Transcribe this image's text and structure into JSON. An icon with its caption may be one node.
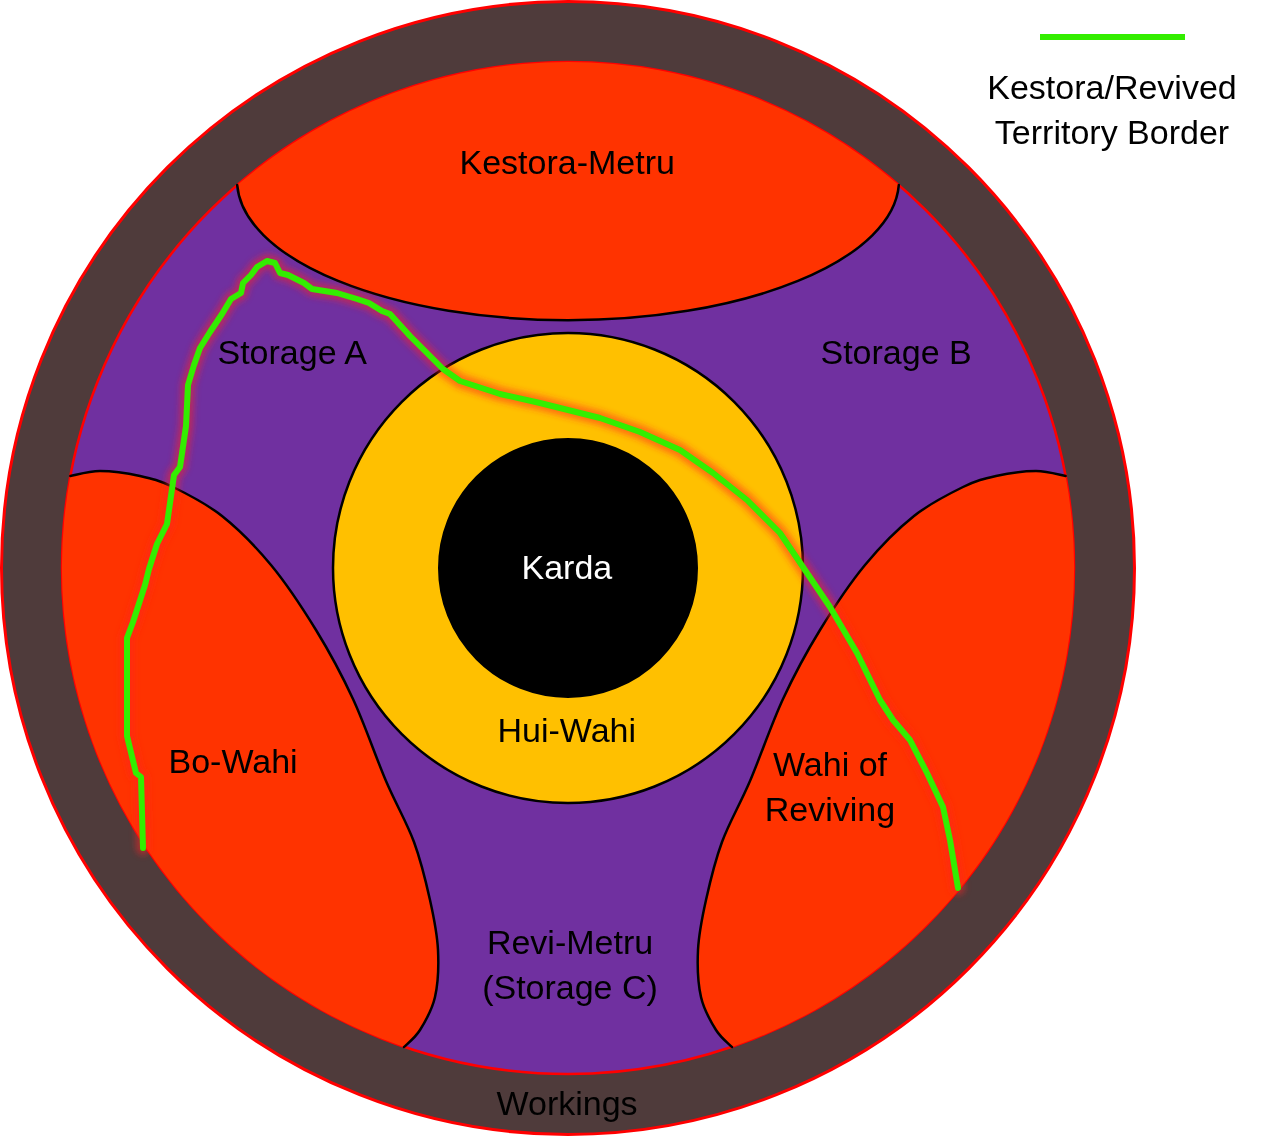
{
  "diagram": {
    "nodes": [
      {
        "text": [
          "Workings"
        ]
      },
      {
        "text": [
          "Storage A",
          "Storage B",
          "Revi-Metru (Storage C)"
        ],
        "in": 0
      },
      {
        "text": [
          "Kestora-Metru"
        ],
        "in": 1
      },
      {
        "text": [
          "Hui-Wahi"
        ],
        "in": 1
      },
      {
        "text": [
          "Karda"
        ],
        "in": 3
      },
      {
        "text": [
          "Bo-Wahi"
        ],
        "in": 1
      },
      {
        "text": [
          "Wahi of Reviving"
        ],
        "in": 1
      }
    ],
    "legend": [
      {
        "text": "Kestora/Revived Territory Border"
      }
    ]
  }
}
